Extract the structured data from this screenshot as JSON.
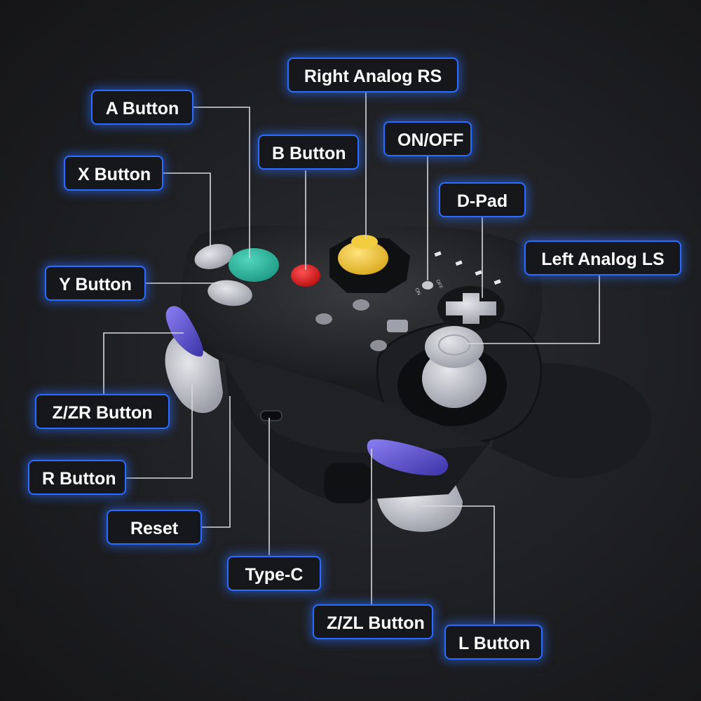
{
  "callouts": {
    "right_analog": "Right Analog RS",
    "a_button": "A Button",
    "b_button": "B Button",
    "on_off": "ON/OFF",
    "x_button": "X Button",
    "d_pad": "D-Pad",
    "left_analog": "Left Analog LS",
    "y_button": "Y Button",
    "zzr_button": "Z/ZR Button",
    "r_button": "R Button",
    "reset": "Reset",
    "type_c": "Type-C",
    "zzl_button": "Z/ZL Button",
    "l_button": "L Button"
  },
  "switch_labels": {
    "off": "OFF",
    "on": "ON"
  },
  "colors": {
    "accent_glow": "#2a6cff",
    "controller_body": "#222326",
    "a_button": "#2fb8a0",
    "b_button": "#e41d1d",
    "c_stick": "#f3cc3a",
    "shoulder_buttons": "#5a4fd0",
    "grey_buttons": "#b9bcc4"
  }
}
